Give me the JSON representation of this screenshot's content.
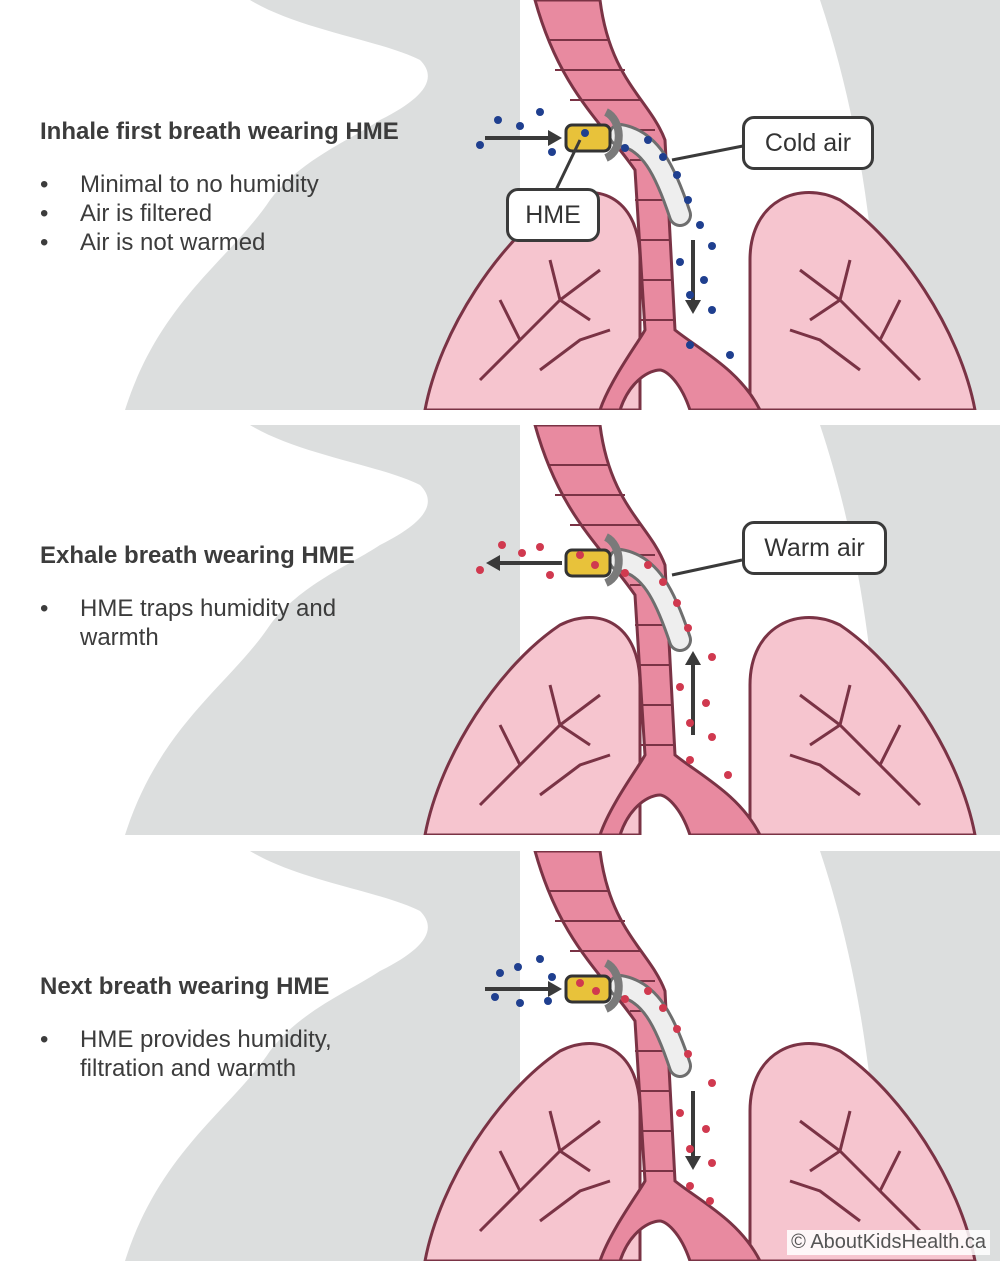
{
  "panels": [
    {
      "heading": "Inhale first breath wearing HME",
      "bullets": [
        "Minimal to no humidity",
        "Air is filtered",
        "Air is not warmed"
      ],
      "callouts": [
        "Cold air",
        "HME"
      ],
      "particle_color": "#1f3f8f",
      "flow": "in"
    },
    {
      "heading": "Exhale breath wearing HME",
      "bullets": [
        "HME traps humidity and warmth"
      ],
      "callouts": [
        "Warm air"
      ],
      "particle_color": "#d0394f",
      "flow": "out"
    },
    {
      "heading": "Next breath wearing HME",
      "bullets": [
        "HME provides humidity, filtration and warmth"
      ],
      "callouts": [],
      "particle_color": "#d0394f",
      "incoming_color": "#1f3f8f",
      "flow": "in"
    }
  ],
  "copyright": "© AboutKidsHealth.ca",
  "colors": {
    "silhouette": "#dcdede",
    "lung_fill": "#f6c5cf",
    "lung_stroke": "#7a3345",
    "trachea_pink": "#e88aa0",
    "hme_yellow": "#e8c23a"
  }
}
